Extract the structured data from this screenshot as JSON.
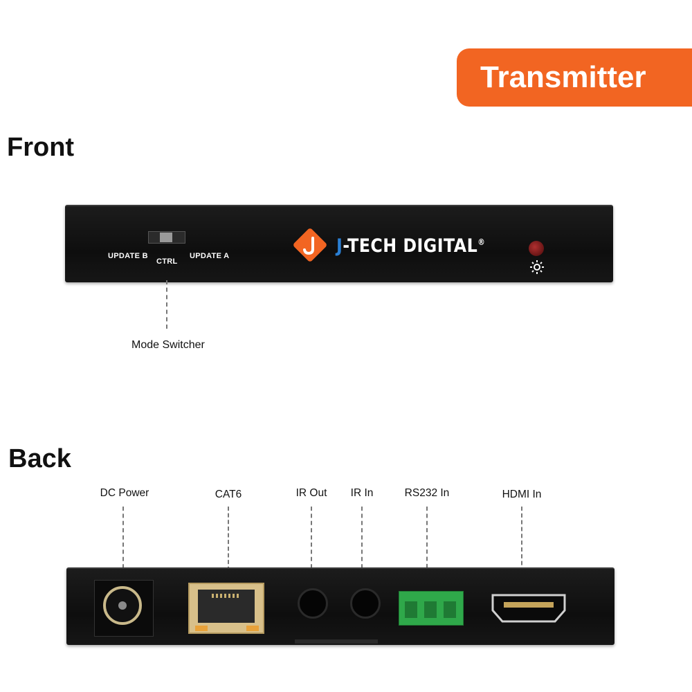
{
  "badge": {
    "text": "Transmitter",
    "color": "#f26522"
  },
  "front": {
    "title": "Front",
    "brand": {
      "j": "J",
      "rest": "-TECH DIGITAL",
      "reg": "®"
    },
    "switch_labels": {
      "update_b": "UPDATE B",
      "ctrl": "CTRL",
      "update_a": "UPDATE A"
    },
    "callout": "Mode Switcher"
  },
  "back": {
    "title": "Back",
    "ports": {
      "dc_power": "DC Power",
      "cat6": "CAT6",
      "ir_out": "IR Out",
      "ir_in": "IR In",
      "rs232": "RS232 In",
      "hdmi": "HDMI In"
    }
  }
}
